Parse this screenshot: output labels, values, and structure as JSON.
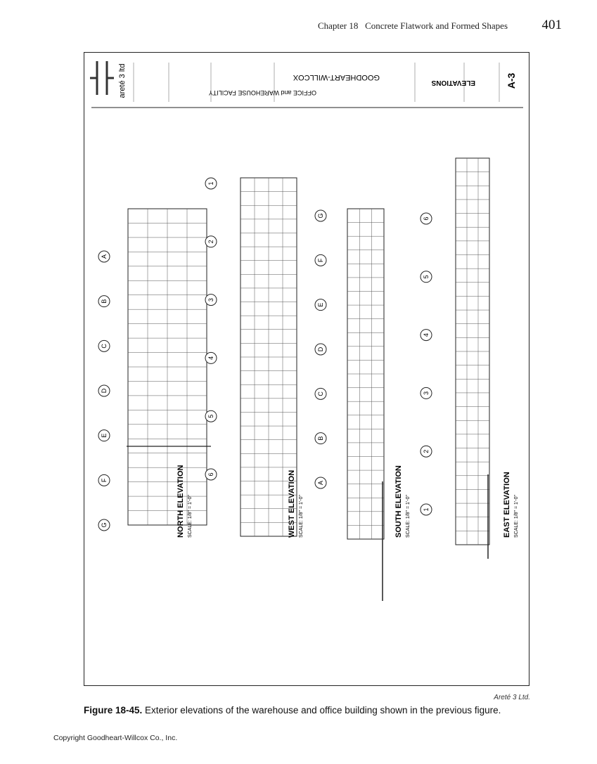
{
  "running_head": {
    "chapter": "Chapter 18",
    "section": "Concrete Flatwork and Formed Shapes",
    "page_number": "401"
  },
  "drawing": {
    "title_block": {
      "firm_logo": "areté 3 ltd",
      "project": "OFFICE and WAREHOUSE FACILITY",
      "client": "GOODHEART-WILLCOX",
      "sheet_title": "ELEVATIONS",
      "sheet_number": "A-3"
    },
    "elevations": [
      {
        "title": "NORTH ELEVATION",
        "scale": "SCALE: 1/8\" = 1'-0\""
      },
      {
        "title": "WEST ELEVATION",
        "scale": "SCALE: 1/8\" = 1'-0\""
      },
      {
        "title": "SOUTH ELEVATION",
        "scale": "SCALE: 1/8\" = 1'-0\""
      },
      {
        "title": "EAST ELEVATION",
        "scale": "SCALE: 1/8\" = 1'-0\""
      }
    ],
    "grid_letters_north": [
      "G",
      "F",
      "E",
      "D",
      "C",
      "B",
      "A"
    ],
    "grid_numbers_west": [
      "6",
      "5",
      "4",
      "3",
      "2",
      "1"
    ],
    "grid_letters_south": [
      "A",
      "B",
      "C",
      "D",
      "E",
      "F",
      "G"
    ],
    "grid_numbers_east": [
      "1",
      "2",
      "3",
      "4",
      "5",
      "6"
    ]
  },
  "credit": "Areté 3 Ltd.",
  "caption": {
    "label": "Figure 18-45.",
    "text": "Exterior elevations of the warehouse and office building shown in the previous figure."
  },
  "copyright": "Copyright Goodheart-Willcox Co., Inc."
}
